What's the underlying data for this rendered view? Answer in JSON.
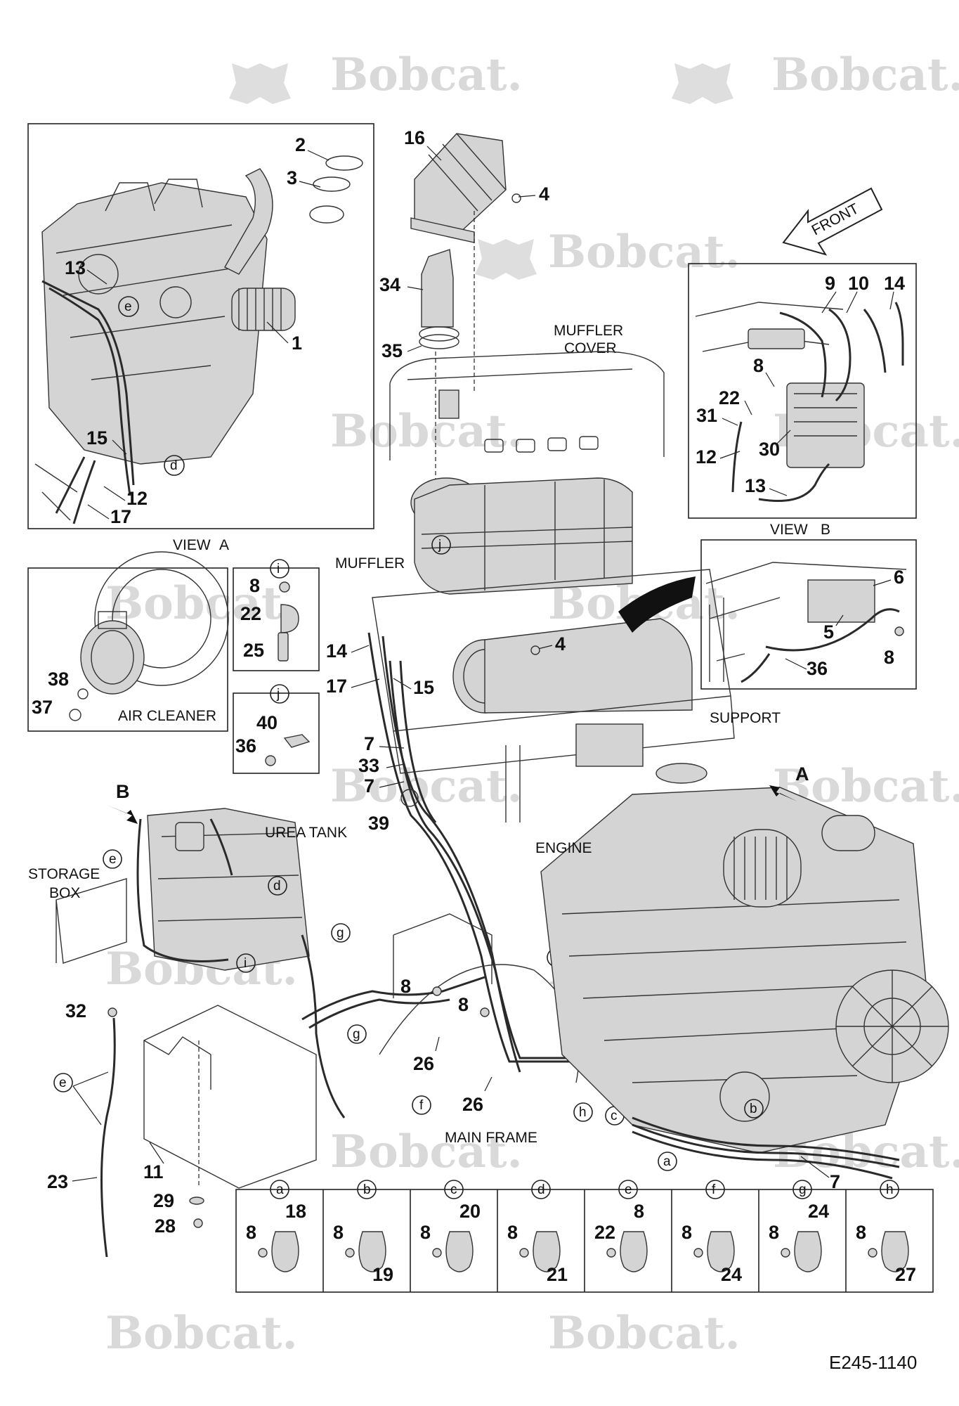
{
  "watermark_text": "Bobcat.",
  "diagram_code": "E245-1140",
  "front_label": "FRONT",
  "labels": {
    "view_a": "VIEW",
    "view_a_letter": "A",
    "view_b": "VIEW",
    "view_b_letter": "B",
    "muffler_cover_1": "MUFFLER",
    "muffler_cover_2": "COVER",
    "muffler": "MUFFLER",
    "air_cleaner": "AIR CLEANER",
    "support": "SUPPORT",
    "urea_tank": "UREA TANK",
    "storage_box_1": "STORAGE",
    "storage_box_2": "BOX",
    "engine": "ENGINE",
    "main_frame": "MAIN FRAME",
    "arrow_a": "A",
    "arrow_b": "B"
  },
  "callouts": {
    "view_a_panel": [
      "2",
      "3",
      "13",
      "1",
      "15",
      "12",
      "17"
    ],
    "muffler_cover_group": [
      "16",
      "4",
      "34",
      "35"
    ],
    "view_b_panel": [
      "9",
      "10",
      "14",
      "8",
      "22",
      "31",
      "12",
      "30",
      "13"
    ],
    "air_cleaner_panel": [
      "38",
      "37"
    ],
    "detail_i": [
      "8",
      "22",
      "25"
    ],
    "detail_j": [
      "40",
      "36"
    ],
    "support_panel": [
      "6",
      "5",
      "36",
      "8"
    ],
    "main_hoses": [
      "14",
      "17",
      "15",
      "4",
      "7",
      "33",
      "7",
      "39"
    ],
    "lower_left": [
      "32",
      "23",
      "11",
      "29",
      "28"
    ],
    "lower_center": [
      "8",
      "8",
      "26",
      "26"
    ],
    "engine_right": [
      "7"
    ]
  },
  "clamp_letters": {
    "view_a": [
      "e",
      "d"
    ],
    "detail_i": "i",
    "detail_j": "j",
    "muffler_j": "j",
    "urea": [
      "e",
      "d",
      "g",
      "i"
    ],
    "hose_lower": [
      "e",
      "g",
      "f",
      "g",
      "f",
      "h",
      "c",
      "a",
      "b"
    ]
  },
  "clamp_table": [
    {
      "letter": "a",
      "parts": [
        "8",
        "18"
      ]
    },
    {
      "letter": "b",
      "parts": [
        "8",
        "19"
      ]
    },
    {
      "letter": "c",
      "parts": [
        "8",
        "20"
      ]
    },
    {
      "letter": "d",
      "parts": [
        "8",
        "21"
      ]
    },
    {
      "letter": "e",
      "parts": [
        "22",
        "8"
      ]
    },
    {
      "letter": "f",
      "parts": [
        "8",
        "24"
      ]
    },
    {
      "letter": "g",
      "parts": [
        "8",
        "24"
      ]
    },
    {
      "letter": "h",
      "parts": [
        "8",
        "27"
      ]
    }
  ]
}
